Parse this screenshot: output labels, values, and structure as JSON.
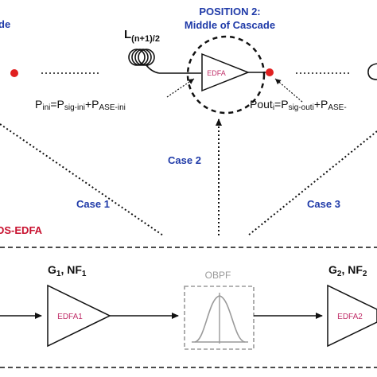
{
  "position_label_left_partial": "de",
  "position2_title": "POSITION 2:",
  "position2_subtitle": "Middle of Cascade",
  "fiber_label": "L",
  "fiber_label_sub": "(n+1)/2",
  "top_edfa_label": "EDFA",
  "pin_eq": {
    "p1": "P",
    "s1": "ini",
    "eq": "=P",
    "s2": "sig-ini",
    "p3": "+P",
    "s3": "ASE-ini"
  },
  "pout_eq": {
    "p1": "Pout",
    "s1": "i",
    "eq": "=P",
    "s2": "sig-outi",
    "p3": "+P",
    "s3": "ASE-"
  },
  "case1": "Case 1",
  "case2": "Case 2",
  "case3": "Case 3",
  "section_label_partial": "DS-EDFA",
  "stage1_label": "G",
  "stage1_sub1": "1",
  "stage1_mid": ", NF",
  "stage1_sub2": "1",
  "stage2_label": "G",
  "stage2_sub1": "2",
  "stage2_mid": ", NF",
  "stage2_sub2": "2",
  "obpf_label": "OBPF",
  "edfa1_label": "EDFA1",
  "edfa2_label": "EDFA2",
  "colors": {
    "blue": "#1f3aa8",
    "red": "#c8102e",
    "dot_red": "#e02020",
    "edfa_text": "#c0306a",
    "black": "#111111",
    "grey": "#9a9a9a"
  }
}
